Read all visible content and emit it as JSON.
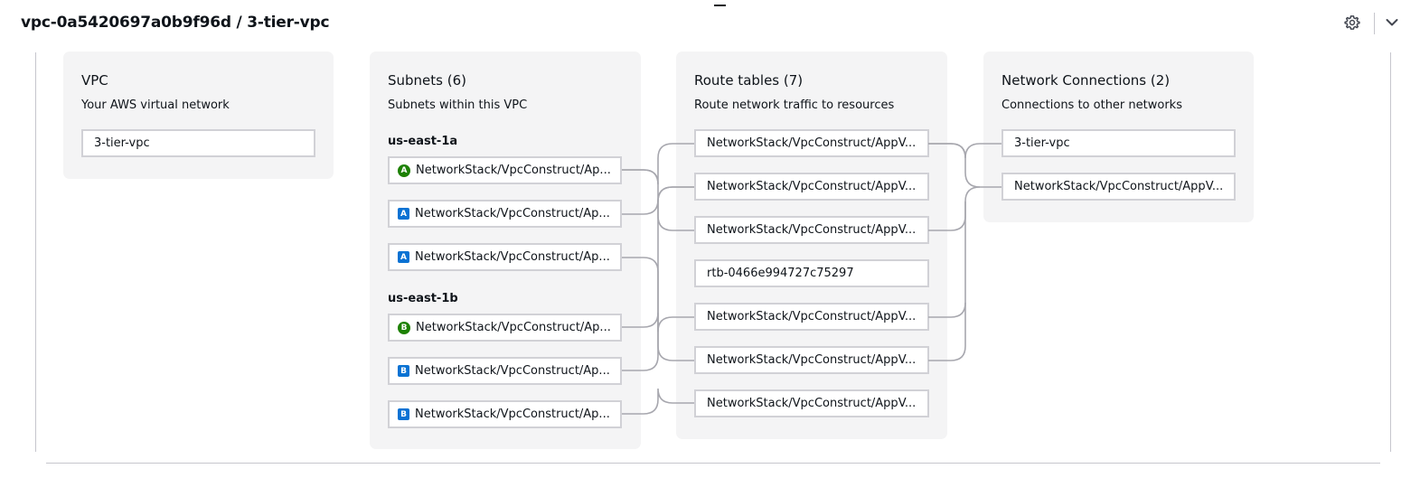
{
  "header": {
    "title": "vpc-0a5420697a0b9f96d / 3-tier-vpc",
    "settings_icon": "gear-icon",
    "collapse_icon": "chevron-down-icon"
  },
  "colors": {
    "public_badge": "#1d8102",
    "private_badge": "#0972d3",
    "panel_bg": "#f4f4f5",
    "connector": "#a7a7ae"
  },
  "vpc": {
    "title": "VPC",
    "description": "Your AWS virtual network",
    "items": [
      "3-tier-vpc"
    ]
  },
  "subnets": {
    "title": "Subnets (6)",
    "description": "Subnets within this VPC",
    "zones": [
      {
        "name": "us-east-1a",
        "items": [
          {
            "badge": "A",
            "type": "public",
            "label": "NetworkStack/VpcConstruct/Ap..."
          },
          {
            "badge": "A",
            "type": "private",
            "label": "NetworkStack/VpcConstruct/Ap..."
          },
          {
            "badge": "A",
            "type": "private",
            "label": "NetworkStack/VpcConstruct/Ap..."
          }
        ]
      },
      {
        "name": "us-east-1b",
        "items": [
          {
            "badge": "B",
            "type": "public",
            "label": "NetworkStack/VpcConstruct/Ap..."
          },
          {
            "badge": "B",
            "type": "private",
            "label": "NetworkStack/VpcConstruct/Ap..."
          },
          {
            "badge": "B",
            "type": "private",
            "label": "NetworkStack/VpcConstruct/Ap..."
          }
        ]
      }
    ]
  },
  "route_tables": {
    "title": "Route tables (7)",
    "description": "Route network traffic to resources",
    "items": [
      "NetworkStack/VpcConstruct/AppV...",
      "NetworkStack/VpcConstruct/AppV...",
      "NetworkStack/VpcConstruct/AppV...",
      "rtb-0466e994727c75297",
      "NetworkStack/VpcConstruct/AppV...",
      "NetworkStack/VpcConstruct/AppV...",
      "NetworkStack/VpcConstruct/AppV..."
    ]
  },
  "network_connections": {
    "title": "Network Connections (2)",
    "description": "Connections to other networks",
    "items": [
      "3-tier-vpc",
      "NetworkStack/VpcConstruct/AppV..."
    ]
  }
}
